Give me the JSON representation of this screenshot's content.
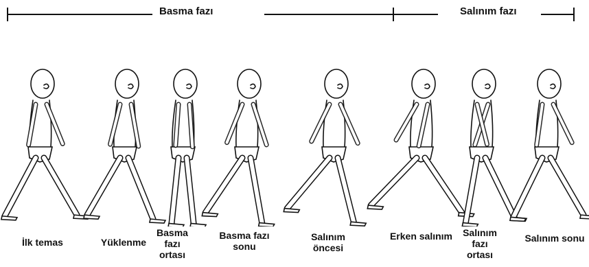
{
  "phases": {
    "stance": "Basma fazı",
    "swing": "Salınım fazı"
  },
  "stages": [
    {
      "label": "İlk temas"
    },
    {
      "label": "Yüklenme"
    },
    {
      "label": "Basma fazı ortası"
    },
    {
      "label": "Basma fazı sonu"
    },
    {
      "label": "Salınım öncesi"
    },
    {
      "label": "Erken salınım"
    },
    {
      "label": "Salınım fazı ortası"
    },
    {
      "label": "Salınım sonu"
    }
  ],
  "colors": {
    "line": "#111111",
    "background": "#ffffff"
  }
}
